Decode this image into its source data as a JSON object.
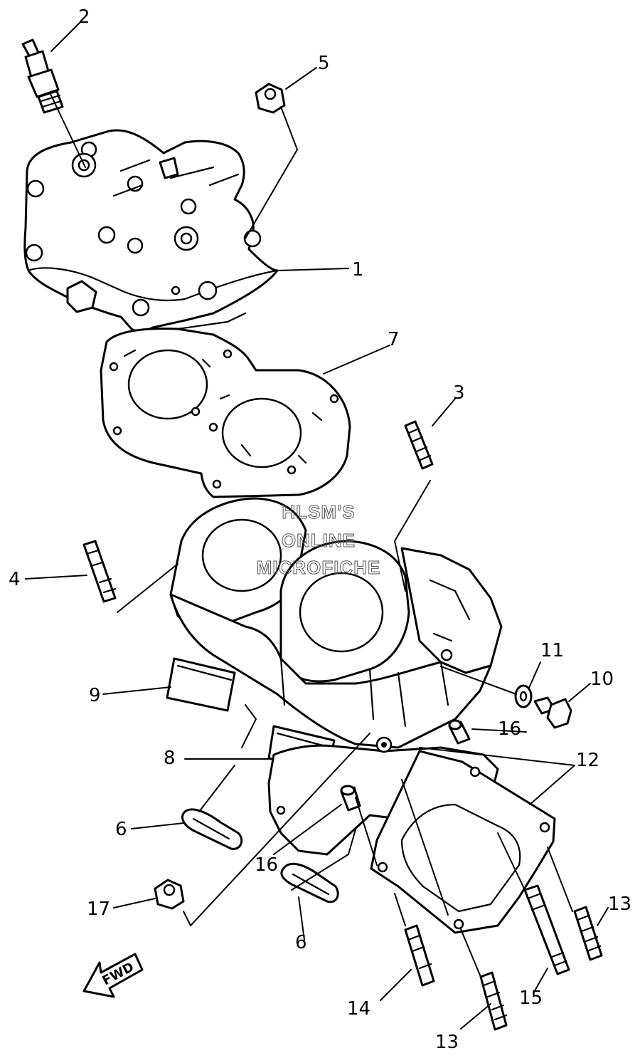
{
  "watermark": {
    "line1": "HLSM'S",
    "line2": "ONLINE",
    "line3": "MICROFICHE"
  },
  "direction_label": "FWD",
  "callouts": [
    {
      "id": "c1",
      "label": "1"
    },
    {
      "id": "c2",
      "label": "2"
    },
    {
      "id": "c3",
      "label": "3"
    },
    {
      "id": "c4",
      "label": "4"
    },
    {
      "id": "c5",
      "label": "5"
    },
    {
      "id": "c6a",
      "label": "6"
    },
    {
      "id": "c6b",
      "label": "6"
    },
    {
      "id": "c7",
      "label": "7"
    },
    {
      "id": "c8",
      "label": "8"
    },
    {
      "id": "c9",
      "label": "9"
    },
    {
      "id": "c10",
      "label": "10"
    },
    {
      "id": "c11",
      "label": "11"
    },
    {
      "id": "c12",
      "label": "12"
    },
    {
      "id": "c13a",
      "label": "13"
    },
    {
      "id": "c13b",
      "label": "13"
    },
    {
      "id": "c14",
      "label": "14"
    },
    {
      "id": "c15",
      "label": "15"
    },
    {
      "id": "c16a",
      "label": "16"
    },
    {
      "id": "c16b",
      "label": "16"
    },
    {
      "id": "c17",
      "label": "17"
    }
  ]
}
